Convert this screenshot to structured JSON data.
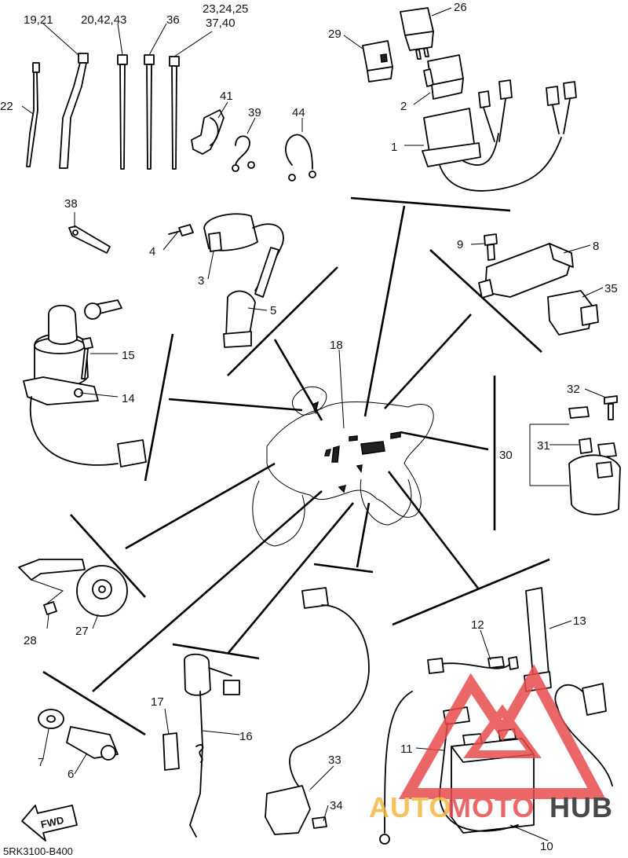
{
  "diagram_code": "5RK3100-B400",
  "direction_label": "FWD",
  "watermark": {
    "text_auto": "AUTO",
    "text_moto": "MOTO",
    "text_hub": "HUB",
    "color_auto": "#f5b841",
    "color_moto": "#e84c4c",
    "color_hub": "#2a2a2a",
    "logo_color": "#e84c4c"
  },
  "labels": {
    "p1": "1",
    "p2": "2",
    "p3": "3",
    "p4": "4",
    "p5": "5",
    "p6": "6",
    "p7": "7",
    "p8": "8",
    "p9": "9",
    "p10": "10",
    "p11": "11",
    "p12": "12",
    "p13": "13",
    "p14": "14",
    "p15": "15",
    "p16": "16",
    "p17": "17",
    "p18": "18",
    "p19_21": "19,21",
    "p20_42_43": "20,42,43",
    "p22": "22",
    "p23_24_25": "23,24,25",
    "p37_40": "37,40",
    "p26": "26",
    "p27": "27",
    "p28": "28",
    "p29": "29",
    "p30": "30",
    "p31": "31",
    "p32": "32",
    "p33": "33",
    "p34": "34",
    "p35": "35",
    "p36": "36",
    "p38": "38",
    "p39": "39",
    "p41": "41",
    "p44": "44"
  }
}
